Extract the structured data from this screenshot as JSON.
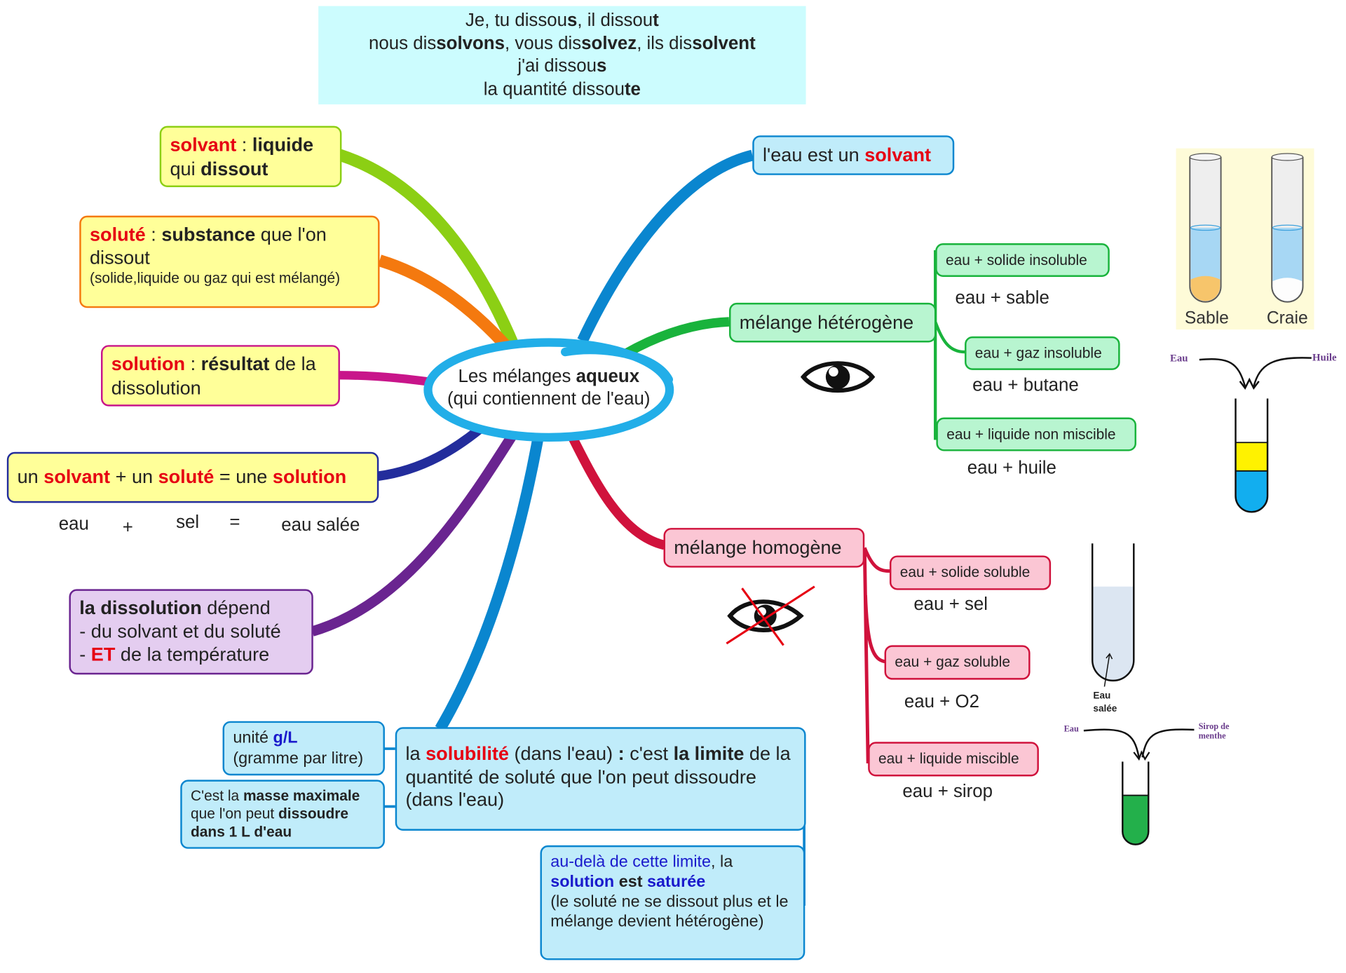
{
  "conjugation": {
    "line1_a": "Je, tu dissou",
    "line1_b": "s",
    "line1_c": ", il dissou",
    "line1_d": "t",
    "line2_a": "nous dis",
    "line2_b": "solvons",
    "line2_c": ", vous dis",
    "line2_d": "solvez",
    "line2_e": ", ils dis",
    "line2_f": "solvent",
    "line3_a": "j'ai dissou",
    "line3_b": "s",
    "line4_a": "la quantité dissou",
    "line4_b": "te"
  },
  "center": {
    "line1_a": "Les mélanges ",
    "line1_b": "aqueux",
    "line2": "(qui contiennent de l'eau)"
  },
  "left": {
    "solvant": {
      "term": "solvant",
      "sep": " : ",
      "def": "liquide",
      "l2a": "qui ",
      "l2b": "dissout"
    },
    "solute": {
      "term": "soluté",
      "sep": " : ",
      "def": "substance",
      "rest": " que l'on dissout",
      "note": "(solide,liquide ou gaz qui est mélangé)"
    },
    "solution": {
      "term": "solution",
      "sep": " : ",
      "def": "résultat",
      "rest": " de la dissolution"
    },
    "equation": {
      "w1": "un ",
      "t1": "solvant",
      "w2": " + un ",
      "t2": "soluté",
      "w3": " = une ",
      "t3": "solution"
    },
    "example": {
      "a": "eau",
      "plus": "+",
      "b": "sel",
      "eq": "=",
      "c": "eau salée"
    },
    "dissolution": {
      "l1a": "la dissolution",
      "l1b": " dépend",
      "l2": "- du solvant et du soluté",
      "l3a": "- ",
      "l3b": "ET",
      "l3c": " de la température"
    }
  },
  "solubility": {
    "main": {
      "a": "la ",
      "term": "solubilité",
      "b": " (dans l'eau) ",
      "c": ": ",
      "d": "c'est ",
      "e": "la limite",
      "f": " de la quantité de soluté que l'on peut dissoudre (dans l'eau)"
    },
    "unit": {
      "a": "unité ",
      "b": "g/L",
      "c": "(gramme par litre)"
    },
    "mass": {
      "a": "C'est la ",
      "b": "masse maximale",
      "c": " que l'on peut ",
      "d": "dissoudre",
      "e": "dans 1 L d'eau"
    },
    "saturated": {
      "a": "au-delà de cette limite",
      "b": ", la",
      "c": "solution",
      "d": " est ",
      "e": "saturée",
      "f": "(le soluté ne se dissout plus et le mélange devient hétérogène)"
    }
  },
  "right": {
    "water": {
      "a": "l'eau est un ",
      "b": "solvant"
    },
    "heterogeneous": {
      "label": "mélange hétérogène",
      "items": [
        {
          "label": "eau + solide insoluble",
          "example": "eau + sable"
        },
        {
          "label": "eau + gaz insoluble",
          "example": "eau + butane"
        },
        {
          "label": "eau + liquide non miscible",
          "example": "eau + huile"
        }
      ]
    },
    "homogeneous": {
      "label": "mélange homogène",
      "items": [
        {
          "label": "eau + solide soluble",
          "example": "eau + sel"
        },
        {
          "label": "eau + gaz soluble",
          "example": "eau + O2"
        },
        {
          "label": "eau + liquide miscible",
          "example": "eau + sirop"
        }
      ]
    }
  },
  "illustrations": {
    "tubes": {
      "left": "Sable",
      "right": "Craie"
    },
    "oil": {
      "left": "Eau",
      "right": "Huile"
    },
    "salt": {
      "label1": "Eau",
      "label2": "salée"
    },
    "syrup": {
      "left": "Eau",
      "right1": "Sirop de",
      "right2": "menthe"
    }
  },
  "colors": {
    "red": "#e60012",
    "branch_blue": "#0a86cf",
    "branch_green": "#19b33c",
    "branch_red": "#d0123c",
    "center_ring": "#22aee8"
  }
}
